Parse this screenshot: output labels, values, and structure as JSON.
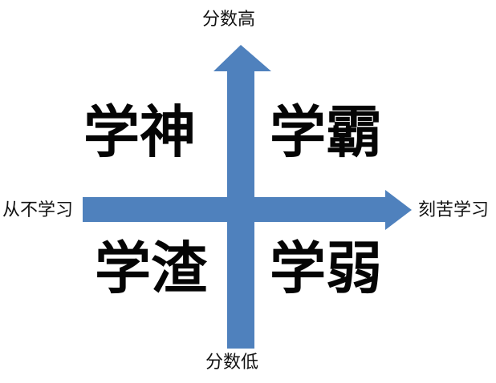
{
  "diagram": {
    "type": "quadrant-matrix",
    "background_color": "#ffffff",
    "arrow_color": "#4F81BD",
    "text_color": "#050505",
    "axes": {
      "vertical": {
        "name": "score-axis",
        "top_label": "分数高",
        "bottom_label": "分数低",
        "arrowhead": "top"
      },
      "horizontal": {
        "name": "effort-axis",
        "left_label": "从不学习",
        "right_label": "刻苦学习",
        "arrowhead": "right"
      }
    },
    "quadrants": {
      "top_left": "学神",
      "top_right": "学霸",
      "bottom_left": "学渣",
      "bottom_right": "学弱"
    }
  }
}
